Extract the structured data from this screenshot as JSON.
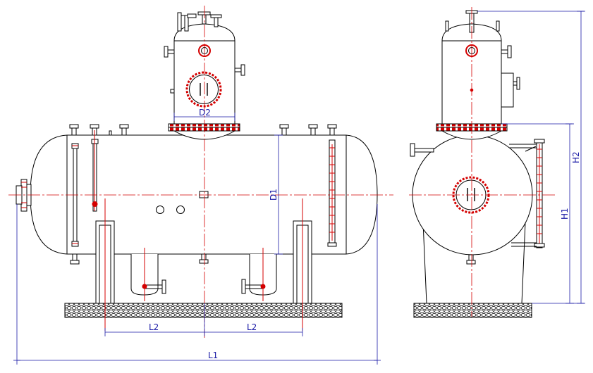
{
  "labels": {
    "d2": "D2",
    "d1": "D1",
    "l2_left": "L2",
    "l2_right": "L2",
    "l1": "L1",
    "h1": "H1",
    "h2": "H2"
  },
  "colors": {
    "outline": "#000000",
    "centerline": "#d40000",
    "dimension": "#1a1aa6"
  }
}
